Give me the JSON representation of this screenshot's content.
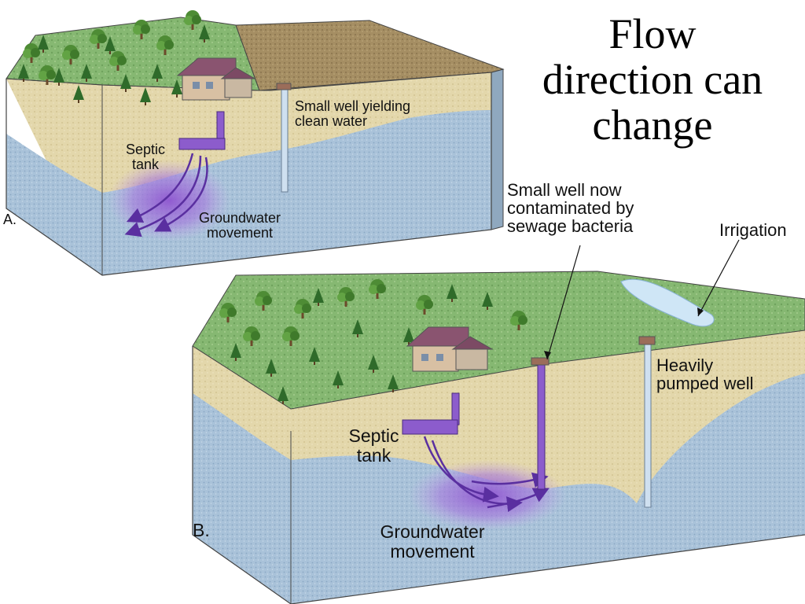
{
  "title": {
    "lines": [
      "Flow",
      "direction can",
      "change"
    ]
  },
  "panel_a": {
    "tag": "A.",
    "well_label": [
      "Small well yielding",
      "clean water"
    ],
    "septic_label": [
      "Septic",
      "tank"
    ],
    "flow_label": [
      "Groundwater",
      "movement"
    ]
  },
  "panel_b": {
    "tag": "B.",
    "contaminated_label": [
      "Small well now",
      "contaminated by",
      "sewage bacteria"
    ],
    "irrigation_label": "Irrigation",
    "pumped_label": [
      "Heavily",
      "pumped well"
    ],
    "septic_label": [
      "Septic",
      "tank"
    ],
    "flow_label": [
      "Groundwater",
      "movement"
    ]
  },
  "colors": {
    "grass": "#7fb36a",
    "sand": "#e3d7ab",
    "water": "#a9c2d9",
    "plume": "#a06ad0",
    "pipe": "#8c5ccc",
    "well": "#cfe0f0",
    "dry_field": "#a58e63",
    "irrigation_pond": "#cfe6f6"
  }
}
